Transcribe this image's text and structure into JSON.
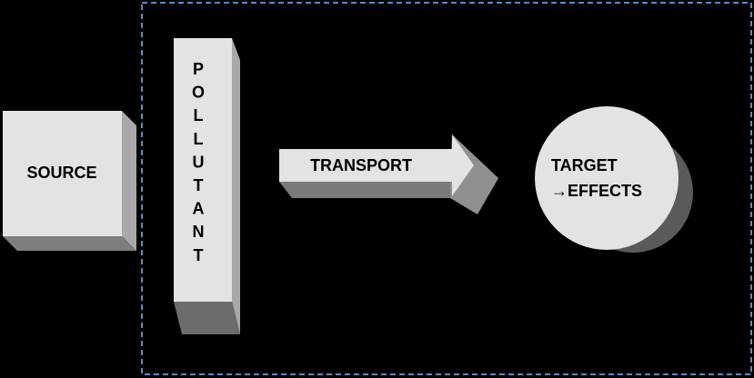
{
  "diagram": {
    "source_label": "SOURCE",
    "pollutant_label": "POLLUTANT",
    "transport_label": "TRANSPORT",
    "target_label": "TARGET",
    "effects_label": "→EFFECTS"
  },
  "colors": {
    "background": "#000000",
    "face": "#e3e3e3",
    "side_light": "#b0b0b0",
    "side_dark": "#8a8a8a",
    "shadow": "#5a5a5a",
    "boundary_dash": "#5b8ac4"
  }
}
